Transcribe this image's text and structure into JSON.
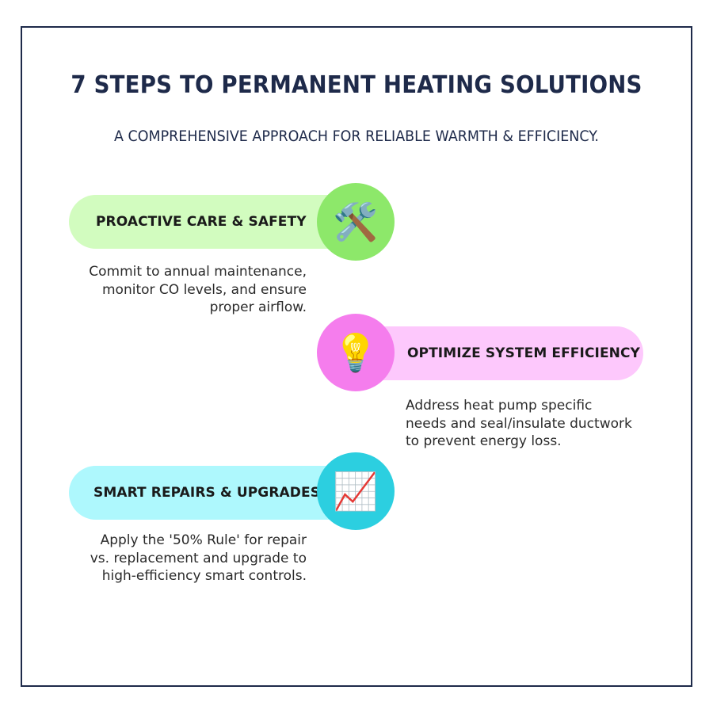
{
  "header": {
    "title": "7 STEPS TO PERMANENT HEATING SOLUTIONS",
    "subtitle": "A COMPREHENSIVE APPROACH FOR RELIABLE WARMTH & EFFICIENCY."
  },
  "colors": {
    "frame_border": "#1e2a4a",
    "title_text": "#1e2a4a",
    "step1_pill": "#d2fcbf",
    "step1_circle": "#8de86a",
    "step2_pill": "#fdc8fc",
    "step2_circle": "#f57ded",
    "step3_pill": "#aef8fd",
    "step3_circle": "#2ccfe0"
  },
  "steps": [
    {
      "heading": "PROACTIVE CARE & SAFETY",
      "icon": "hammer-and-wrench-icon",
      "icon_glyph": "🛠️",
      "description_lines": [
        "Commit to annual maintenance,",
        "monitor CO levels, and ensure",
        "proper airflow."
      ]
    },
    {
      "heading": "OPTIMIZE SYSTEM EFFICIENCY",
      "icon": "light-bulb-icon",
      "icon_glyph": "💡",
      "description_lines": [
        "Address heat pump specific",
        "needs and seal/insulate ductwork",
        "to prevent energy loss."
      ]
    },
    {
      "heading": "SMART REPAIRS & UPGRADES",
      "icon": "chart-increasing-icon",
      "icon_glyph": "📈",
      "description_lines": [
        "Apply the '50% Rule' for repair",
        "vs. replacement and upgrade to",
        "high-efficiency smart controls."
      ]
    }
  ]
}
